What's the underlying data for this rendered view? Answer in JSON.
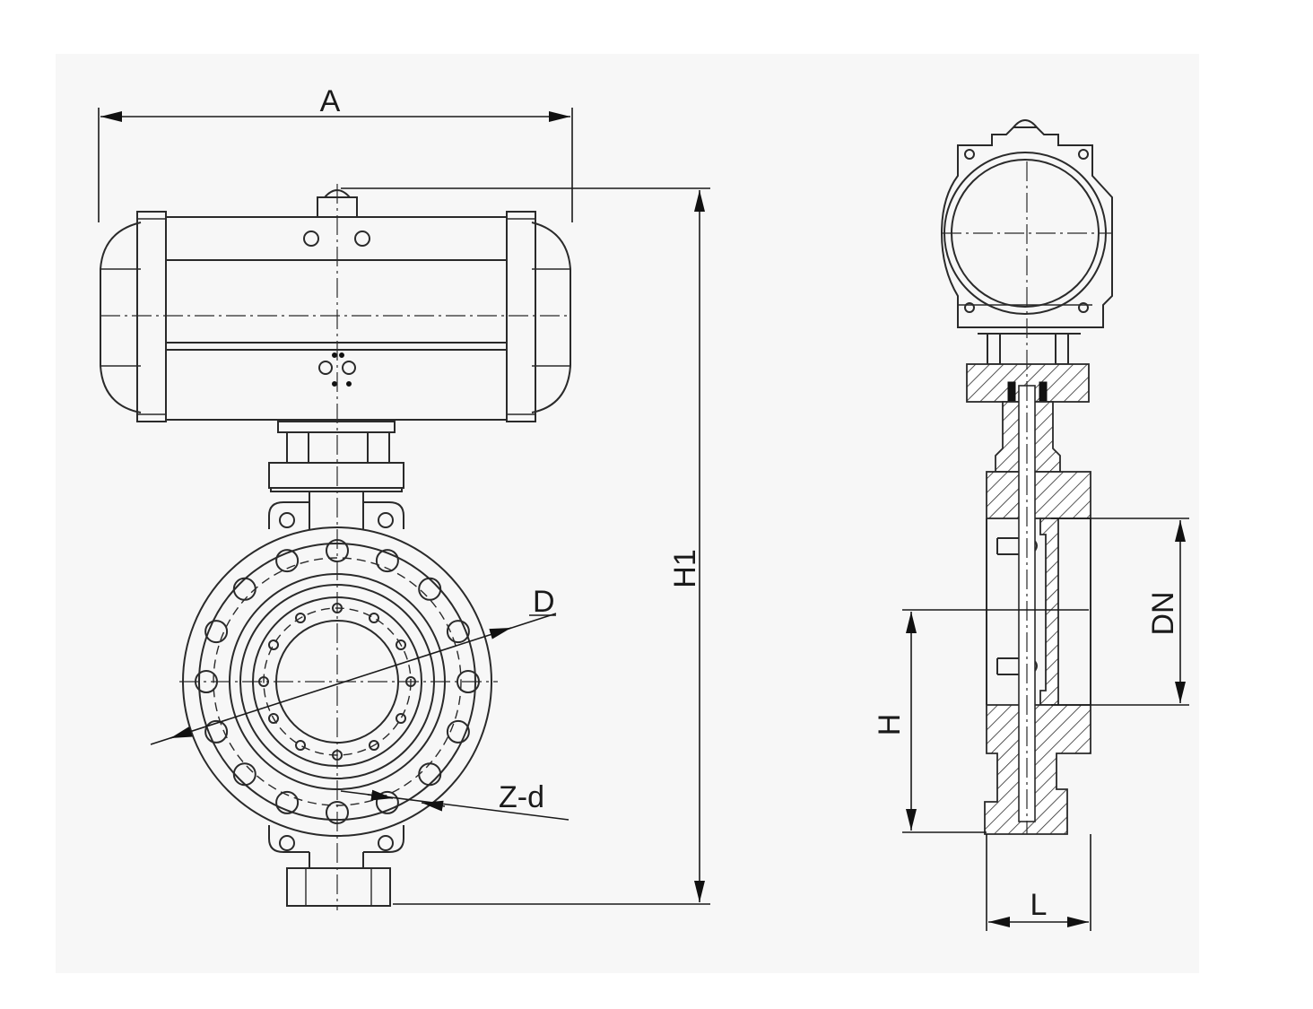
{
  "labels": {
    "width_A": "A",
    "height_H1": "H1",
    "flange_D": "D",
    "bolt_Zd": "Z-d",
    "nominal_DN": "DN",
    "height_H": "H",
    "length_L": "L"
  }
}
